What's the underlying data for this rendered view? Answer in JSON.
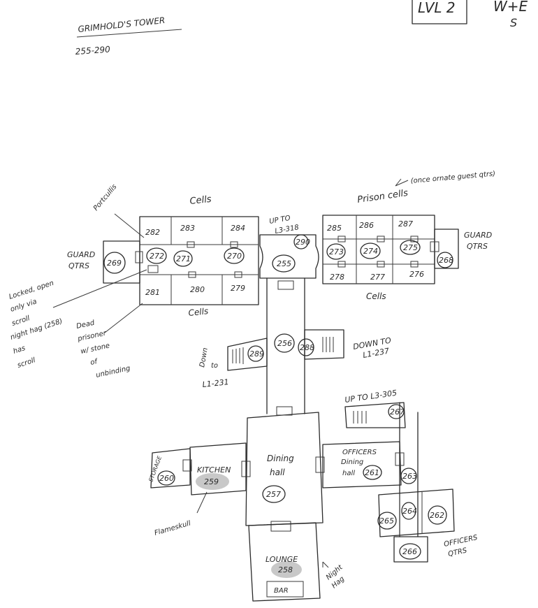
{
  "header": {
    "title": "GRIMHOLD'S TOWER",
    "range": "255-290",
    "level": "LVL 2",
    "compass": "W+E",
    "compass_s": "S"
  },
  "labels": {
    "cells_top": "Cells",
    "cells_bottom": "Cells",
    "prison_cells": "Prison cells",
    "prison_cells_bottom": "Cells",
    "ornate_note": "(once ornate guest qtrs)",
    "guard_west": "GUARD",
    "guard_west_2": "QTRS",
    "guard_east": "GUARD",
    "guard_east_2": "QTRS",
    "up_to_318": "UP TO",
    "up_to_318_b": "L3-318",
    "portcullis": "Portcullis",
    "locked_note_1": "Locked, open",
    "locked_note_2": "only via",
    "locked_note_3": "scroll",
    "locked_note_4": "night hag (258)",
    "locked_note_5": "has",
    "locked_note_6": "scroll",
    "dead_1": "Dead",
    "dead_2": "prisoner",
    "dead_3": "w/ stone",
    "dead_4": "of",
    "dead_5": "unbinding",
    "down_to_231_a": "Down",
    "down_to_231_b": "to",
    "down_to_231_c": "L1-231",
    "down_to_237_a": "DOWN TO",
    "down_to_237_b": "L1-237",
    "up_to_305": "UP TO L3-305",
    "dining_hall_a": "Dining",
    "dining_hall_b": "hall",
    "officers_dining_a": "OFFICERS",
    "officers_dining_b": "Dining",
    "officers_dining_c": "hall",
    "kitchen": "KITCHEN",
    "storage": "STORAGE",
    "flameskull": "Flameskull",
    "lounge": "LOUNGE",
    "bar": "BAR",
    "night_hag_a": "Night",
    "night_hag_b": "Hag",
    "officers_qtrs_a": "OFFICERS",
    "officers_qtrs_b": "QTRS"
  },
  "rooms": {
    "r255": "255",
    "r256": "256",
    "r257": "257",
    "r258": "258",
    "r259": "259",
    "r260": "260",
    "r261": "261",
    "r262": "262",
    "r263": "263",
    "r264": "264",
    "r265": "265",
    "r266": "266",
    "r267": "267",
    "r268": "268",
    "r269": "269",
    "r270": "270",
    "r271": "271",
    "r272": "272",
    "r273": "273",
    "r274": "274",
    "r275": "275",
    "r276": "276",
    "r277": "277",
    "r278": "278",
    "r279": "279",
    "r280": "280",
    "r281": "281",
    "r282": "282",
    "r283": "283",
    "r284": "284",
    "r285": "285",
    "r286": "286",
    "r287": "287",
    "r288": "288",
    "r289": "289",
    "r290": "290"
  }
}
